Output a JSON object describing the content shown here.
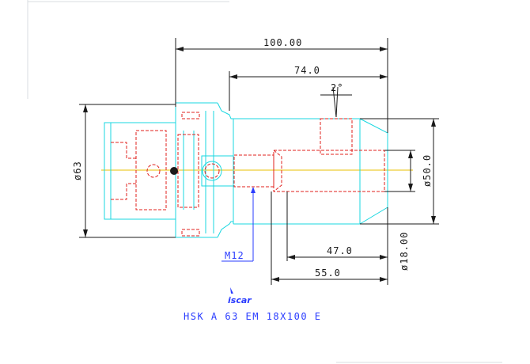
{
  "colors": {
    "outline": "#19d7e0",
    "hidden": "#e0201e",
    "dimension": "#1a1a1a",
    "callout": "#2a3cff",
    "centerline": "#e8c200"
  },
  "dimensions": {
    "overall_length": "100.00",
    "length_74": "74.0",
    "angle": "2°",
    "dia_50": "ø50.0",
    "dia_63": "ø63",
    "dia_18": "ø18.00",
    "len_47": "47.0",
    "len_55": "55.0"
  },
  "callouts": {
    "thread": "M12"
  },
  "logo": {
    "text": "iscar"
  },
  "title": {
    "designation": "HSK A 63 EM 18X100 E"
  }
}
